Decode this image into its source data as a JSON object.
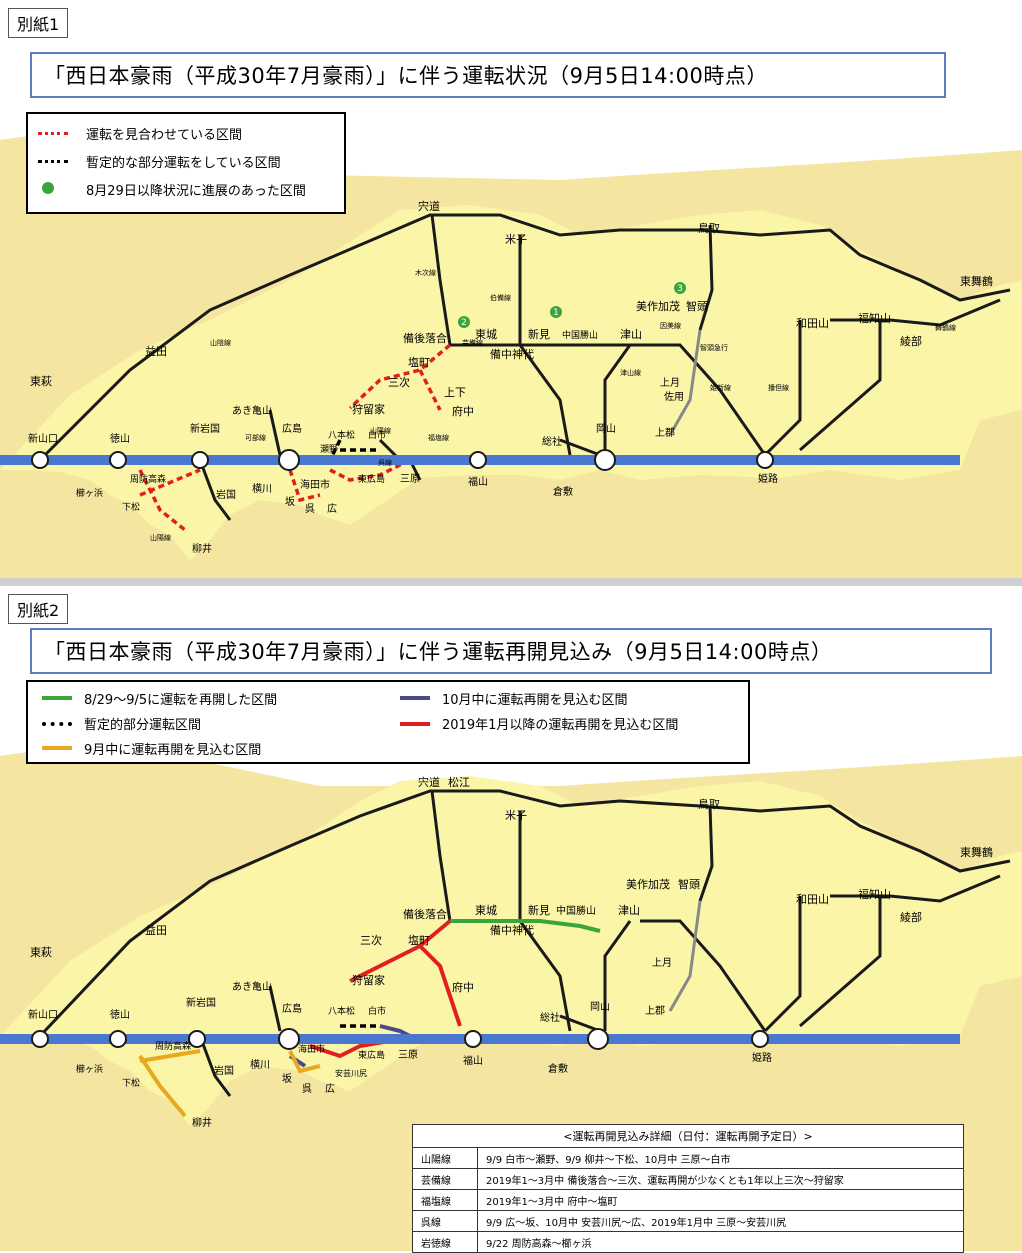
{
  "panel1": {
    "tab": "別紙1",
    "title": "「西日本豪雨（平成30年7月豪雨）」に伴う運転状況（9月5日14:00時点）",
    "legend": [
      {
        "label": "運転を見合わせている区間",
        "kind": "red-dotted"
      },
      {
        "label": "暫定的な部分運転をしている区間",
        "kind": "black-dotted"
      },
      {
        "label": "8月29日以降状況に進展のあった区間",
        "kind": "green-dot"
      }
    ],
    "stations": {
      "shinjido": "宍道",
      "yonago": "米子",
      "tottori": "鳥取",
      "higashimaizuru": "東舞鶴",
      "fukuchiyama": "福知山",
      "ayabe": "綾部",
      "wadayama": "和田山",
      "mimasakakamo": "美作加茂",
      "chizu": "智頭",
      "tsuyama": "津山",
      "chugokukatsuyama": "中国勝山",
      "niimi": "新見",
      "tojo": "東城",
      "bingoochiai": "備後落合",
      "bitchukojiro": "備中神代",
      "shiomachi": "塩町",
      "miyoshi": "三次",
      "jouge": "上下",
      "fuchu": "府中",
      "kariuke": "狩留家",
      "masuda": "益田",
      "higashihagi": "東萩",
      "shinyamaguchi": "新山口",
      "tokuyama": "徳山",
      "shiniwakuni": "新岩国",
      "akigameyama": "あき亀山",
      "hiroshima": "広島",
      "hachihonmatsu": "八本松",
      "shiraichi": "白市",
      "seno": "瀬野",
      "higashihiroshima": "東広島",
      "mihara": "三原",
      "fukuyama": "福山",
      "soja": "総社",
      "okayama": "岡山",
      "kurashiki": "倉敷",
      "kamigori": "上郡",
      "himeji": "姫路",
      "kamitsuki": "上月",
      "sayo": "佐用",
      "shuhotakamori": "周防高森",
      "kushigahama": "櫛ヶ浜",
      "kudamatsu": "下松",
      "yanai": "柳井",
      "iwakuni": "岩国",
      "yokogawa": "横川",
      "saka": "坂",
      "kaitaichi": "海田市",
      "kure": "呉",
      "hiro": "広"
    },
    "lines": {
      "sanyo": "山陽線",
      "sanin": "山陰線",
      "kisuki": "木次線",
      "hakubi": "伯備線",
      "geibi": "芸備線",
      "fukuen": "福塩線",
      "kabe": "可部線",
      "kure_line": "呉線",
      "inbi": "因美線",
      "tsuyama_line": "津山線",
      "kishin": "姫新線",
      "chizu_express": "智頭急行",
      "bantan": "播但線",
      "maizuru": "舞鶴線",
      "sanyo_sub": "山陽線"
    },
    "markers": [
      "1",
      "2",
      "3"
    ]
  },
  "panel2": {
    "tab": "別紙2",
    "title": "「西日本豪雨（平成30年7月豪雨）」に伴う運転再開見込み（9月5日14:00時点）",
    "legend": [
      {
        "label": "8/29～9/5に運転を再開した区間",
        "kind": "green",
        "color": "#3aa53a"
      },
      {
        "label": "暫定的部分運転区間",
        "kind": "black-dotted",
        "color": "#000000"
      },
      {
        "label": "9月中に運転再開を見込む区間",
        "kind": "yellow",
        "color": "#e8a820"
      },
      {
        "label": "10月中に運転再開を見込む区間",
        "kind": "navy",
        "color": "#4a4a8a"
      },
      {
        "label": "2019年1月以降の運転再開を見込む区間",
        "kind": "red",
        "color": "#e02020"
      }
    ],
    "extra_stations": {
      "matsue": "松江",
      "akigawajiri": "安芸川尻"
    },
    "table": {
      "caption": "<運転再開見込み詳細（日付：運転再開予定日）>",
      "rows": [
        {
          "line": "山陽線",
          "detail": "9/9 白市～瀬野、9/9 柳井～下松、10月中 三原～白市"
        },
        {
          "line": "芸備線",
          "detail": "2019年1～3月中 備後落合～三次、運転再開が少なくとも1年以上三次～狩留家"
        },
        {
          "line": "福塩線",
          "detail": "2019年1～3月中 府中～塩町"
        },
        {
          "line": "呉線",
          "detail": "9/9 広～坂、10月中 安芸川尻～広、2019年1月中 三原～安芸川尻"
        },
        {
          "line": "岩徳線",
          "detail": "9/22 周防高森～櫛ヶ浜"
        }
      ]
    }
  },
  "colors": {
    "sea": "#f4e6a0",
    "land": "#fbf5a8",
    "sanyo_line": "#4a78d0",
    "red": "#e02020",
    "green": "#3aa53a",
    "yellow": "#e8a820",
    "navy": "#4a4a8a",
    "title_border": "#5a7fc0"
  }
}
